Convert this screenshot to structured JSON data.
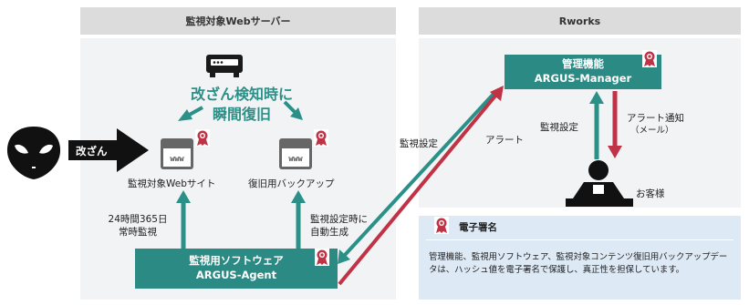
{
  "left_panel": {
    "title": "監視対象Webサーバー"
  },
  "right_panel": {
    "title": "Rworks"
  },
  "recovery_heading": {
    "line1": "改ざん検知時に",
    "line2": "瞬間復旧"
  },
  "tamper_label": "改ざん",
  "website_label": "監視対象Webサイト",
  "backup_label": "復旧用バックアップ",
  "monitoring_247": {
    "line1": "24時間365日",
    "line2": "常時監視"
  },
  "auto_generate": {
    "line1": "監視設定時に",
    "line2": "自動生成"
  },
  "agent_box": {
    "line1": "監視用ソフトウェア",
    "line2": "ARGUS-Agent"
  },
  "manager_box": {
    "line1": "管理機能",
    "line2": "ARGUS-Manager"
  },
  "diag_monitor_label": "監視設定",
  "diag_alert_label": "アラート",
  "vert_monitor_label": "監視設定",
  "alert_notice": {
    "line1": "アラート通知",
    "line2": "（メール）"
  },
  "customer_label": "お客様",
  "signature": {
    "title": "電子署名",
    "body": "管理機能、監視用ソフトウェア、監視対象コンテンツ復旧用バックアップデータは、ハッシュ値を電子署名で保護し、真正性を担保しています。"
  },
  "colors": {
    "teal": "#2b8a84",
    "red": "#c03245",
    "dark": "#111111"
  }
}
